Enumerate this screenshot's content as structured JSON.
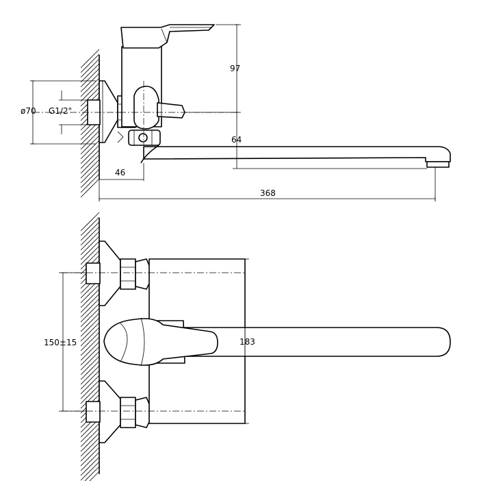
{
  "dimensions": {
    "flange_diameter": "ø70",
    "thread": "G1/2\"",
    "body_height": "97",
    "spout_height": "64",
    "wall_offset": "46",
    "total_length": "368",
    "center_distance": "150±15",
    "body_width": "183"
  }
}
